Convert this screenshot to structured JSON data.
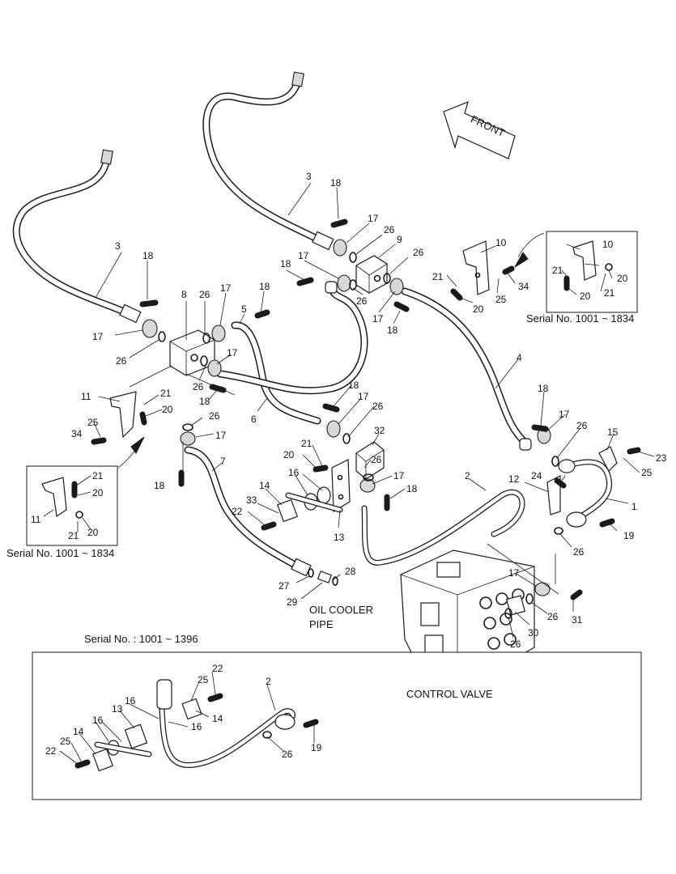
{
  "labels": {
    "front": "FRONT",
    "serial_right": "Serial No. 1001 ~ 1834",
    "serial_left": "Serial No. 1001 ~ 1834",
    "serial_bottom": "Serial No. : 1001 ~ 1396",
    "oil_cooler_1": "OIL COOLER",
    "oil_cooler_2": "PIPE",
    "control_valve": "CONTROL VALVE"
  },
  "callouts": {
    "c3a": "3",
    "c18a": "18",
    "c17a": "17",
    "c26a": "26",
    "c3b": "3",
    "c18b": "18",
    "c17b": "17",
    "c26b": "26",
    "c9": "9",
    "c26c": "26",
    "c18c": "18",
    "c17c": "17",
    "c26d": "26",
    "c17d": "17",
    "c18d": "18",
    "c10": "10",
    "c21a": "21",
    "c20a": "20",
    "c25a": "25",
    "c34a": "34",
    "c10r": "10",
    "c21r": "21",
    "c20r": "20",
    "c21r2": "21",
    "c20r2": "20",
    "c8": "8",
    "c26e": "26",
    "c17e": "17",
    "c5": "5",
    "c18e": "18",
    "c17f": "17",
    "c26f": "26",
    "c18f": "18",
    "c4": "4",
    "c11": "11",
    "c21b": "21",
    "c20b": "20",
    "c25b": "25",
    "c34b": "34",
    "c26g": "26",
    "c17g": "17",
    "c6": "6",
    "c18g": "18",
    "c17h": "17",
    "c26h": "26",
    "c18h": "18",
    "c17i": "17",
    "c26i": "26",
    "c15": "15",
    "c23": "23",
    "c25c": "25",
    "c21l": "21",
    "c20l": "20",
    "c11l": "11",
    "c21l2": "21",
    "c20l2": "20",
    "c18i": "18",
    "c7": "7",
    "c32": "32",
    "c20c": "20",
    "c21c": "21",
    "c26j": "26",
    "c17j": "17",
    "c18j": "18",
    "c16": "16",
    "c14": "14",
    "c33": "33",
    "c22": "22",
    "c13": "13",
    "c2": "2",
    "c24": "24",
    "c12": "12",
    "c1": "1",
    "c19": "19",
    "c26k": "26",
    "c28": "28",
    "c27": "27",
    "c29": "29",
    "c17k": "17",
    "c31": "31",
    "c26l": "26",
    "c30": "30",
    "c26m": "26",
    "b22": "22",
    "b25": "25",
    "b2": "2",
    "b16": "16",
    "b13": "13",
    "b14": "14",
    "b16b": "16",
    "b14b": "14",
    "b16c": "16",
    "b25b": "25",
    "b22b": "22",
    "b19": "19",
    "b26": "26"
  }
}
